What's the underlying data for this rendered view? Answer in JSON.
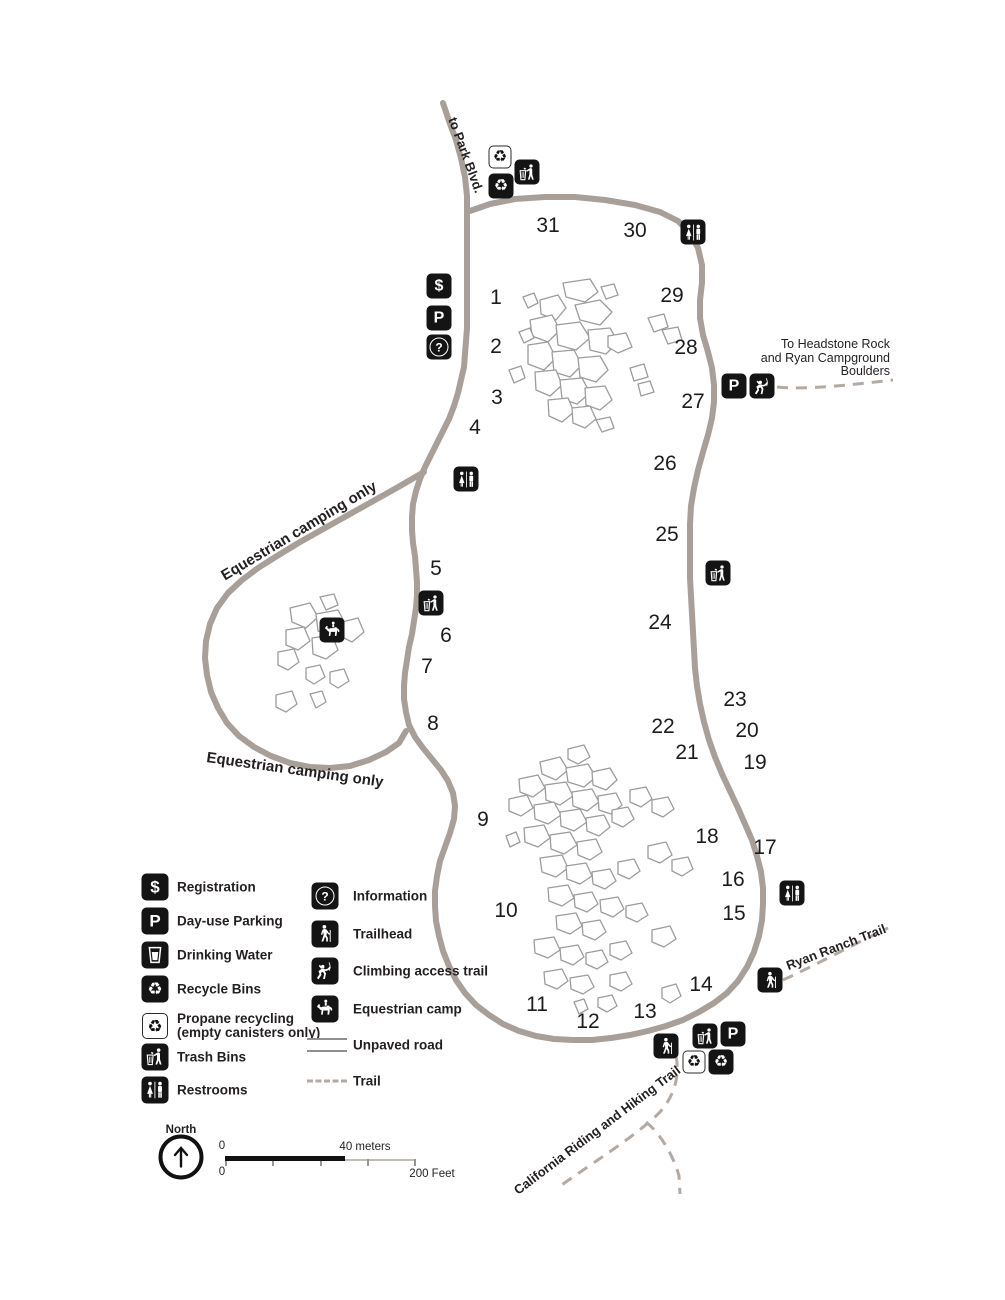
{
  "map": {
    "road_color": "#a89f98",
    "trail_color": "#b3aaa3",
    "labels": {
      "park_blvd": "to Park Blvd.",
      "headstone_line1": "To Headstone Rock",
      "headstone_line2": "and Ryan Campground",
      "headstone_line3": "Boulders",
      "ryan_ranch": "Ryan Ranch Trail",
      "california": "California Riding and Hiking Trail",
      "equestrian_upper": "Equestrian camping only",
      "equestrian_lower": "Equestrian camping only"
    },
    "site_numbers": [
      "1",
      "2",
      "3",
      "4",
      "5",
      "6",
      "7",
      "8",
      "9",
      "10",
      "11",
      "12",
      "13",
      "14",
      "15",
      "16",
      "17",
      "18",
      "19",
      "20",
      "21",
      "22",
      "23",
      "24",
      "25",
      "26",
      "27",
      "28",
      "29",
      "30",
      "31"
    ],
    "icon_glyphs": {
      "registration": "$",
      "parking": "P",
      "information": "?",
      "recycle": "♻"
    }
  },
  "legend": {
    "registration": "Registration",
    "day_use_parking": "Day-use Parking",
    "drinking_water": "Drinking Water",
    "recycle_bins": "Recycle Bins",
    "propane_line1": "Propane recycling",
    "propane_line2": "(empty canisters only)",
    "trash_bins": "Trash Bins",
    "restrooms": "Restrooms",
    "information": "Information",
    "trailhead": "Trailhead",
    "climbing": "Climbing access trail",
    "equestrian_camp": "Equestrian camp",
    "unpaved_road": "Unpaved road",
    "trail": "Trail"
  },
  "compass": {
    "north": "North"
  },
  "scale_bar": {
    "meters_start": "0",
    "meters_end": "40 meters",
    "feet_start": "0",
    "feet_end": "200 Feet"
  }
}
